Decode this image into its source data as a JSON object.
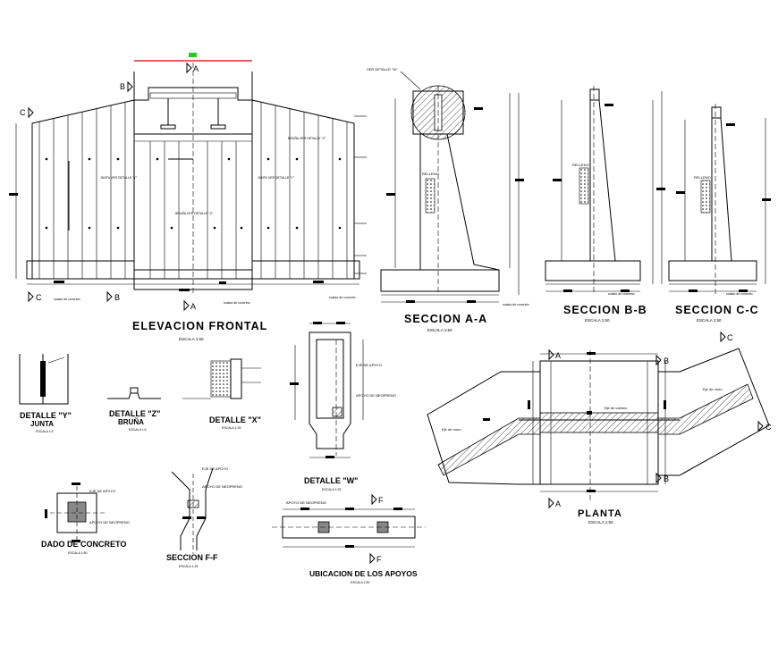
{
  "drawings": {
    "elevacion_frontal": {
      "title": "ELEVACION FRONTAL",
      "scale": "ESCALA 1:50"
    },
    "seccion_aa": {
      "title": "SECCION A-A",
      "scale": "ESCALA 1:50",
      "relleno": "RELLENO",
      "ver_detalle": "VER DETALLE \"W\""
    },
    "seccion_bb": {
      "title": "SECCION B-B",
      "scale": "ESCALA 1:50",
      "relleno": "RELLENO"
    },
    "seccion_cc": {
      "title": "SECCION C-C",
      "scale": "ESCALA 1:50",
      "relleno": "RELLENO"
    },
    "detalle_y": {
      "title": "DETALLE \"Y\"",
      "subtitle": "JUNTA",
      "scale": "ESCALA 1:5"
    },
    "detalle_z": {
      "title": "DETALLE \"Z\"",
      "subtitle": "BRUÑA",
      "scale": "ESCALA 1:5"
    },
    "detalle_x": {
      "title": "DETALLE \"X\"",
      "scale": "ESCALA 1:25"
    },
    "detalle_w": {
      "title": "DETALLE \"W\"",
      "scale": "ESCALA 1:25",
      "eje": "EJE DE APOYO",
      "apoyo": "APOYO DE NEOPRENO"
    },
    "dado": {
      "title": "DADO DE CONCRETO",
      "scale": "ESCALA 1:50",
      "eje": "EJE DE APOYO",
      "apoyo": "APOYO DE NEOPRENO"
    },
    "seccion_ff": {
      "title": "SECCION F-F",
      "scale": "ESCALA 1:25",
      "eje": "EJE DE APOYO",
      "apoyo": "APOYO DE NEOPRENO"
    },
    "ubicacion": {
      "title": "UBICACION DE LOS APOYOS",
      "scale": "ESCALA 1:50",
      "apoyo": "APOYO DE NEOPRENO"
    },
    "planta": {
      "title": "PLANTA",
      "scale": "ESCALA 1:50",
      "eje_muro": "Eje de muro",
      "eje_camino": "Eje de camino"
    }
  },
  "section_marks": {
    "a": "A",
    "b": "B",
    "c": "C",
    "f": "F"
  },
  "notes": {
    "solado": "solado de concreto",
    "junta": "JUNTA VER DETALLE \"Y\"",
    "bruna": "BRUÑA VER DETALLE \"Z\""
  }
}
